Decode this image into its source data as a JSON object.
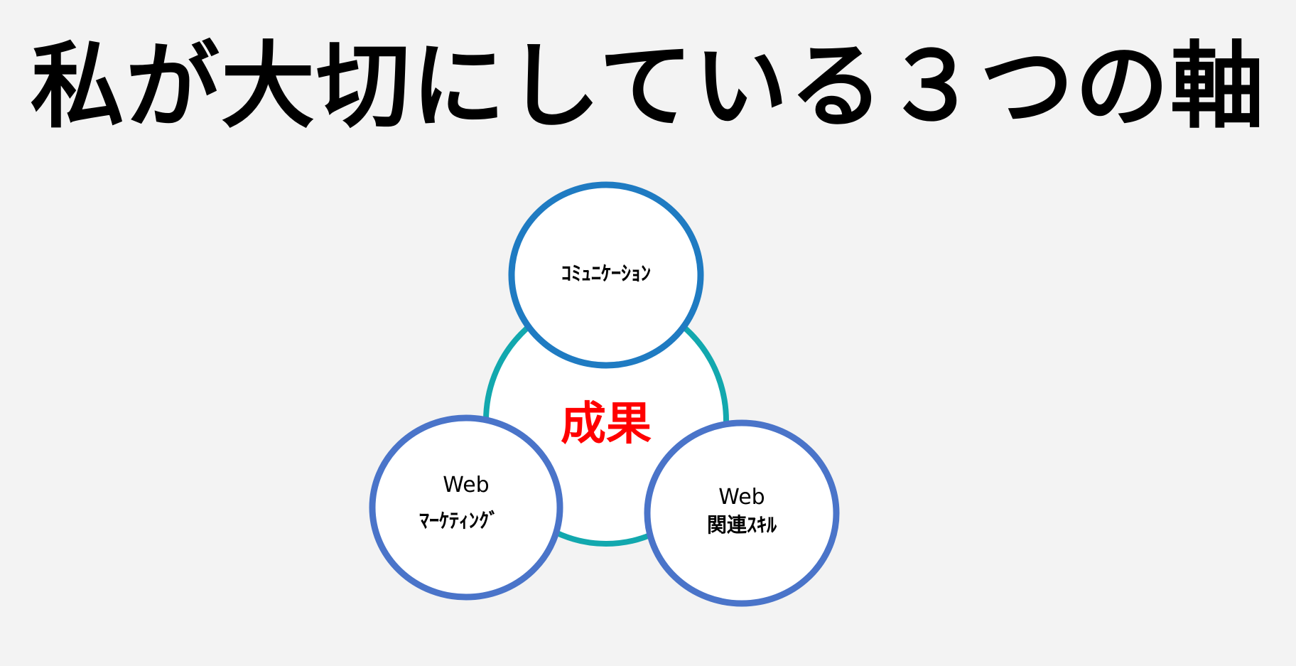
{
  "title": "私が大切にしている３つの軸",
  "center_label": "成果",
  "nodes": {
    "top": {
      "lines": [
        "ｺﾐｭﾆｹｰｼｮﾝ"
      ]
    },
    "left": {
      "lines": [
        "Web",
        "ﾏｰｹﾃｨﾝｸﾞ"
      ]
    },
    "right": {
      "lines": [
        "Web",
        "関連ｽｷﾙ"
      ]
    }
  },
  "colors": {
    "background": "#f3f3f3",
    "title_text": "#000000",
    "center_text": "#ff0000",
    "center_ring": "#12a8ae",
    "top_ring": "#1f7bc2",
    "side_ring": "#4a74c9",
    "node_fill": "#ffffff"
  }
}
